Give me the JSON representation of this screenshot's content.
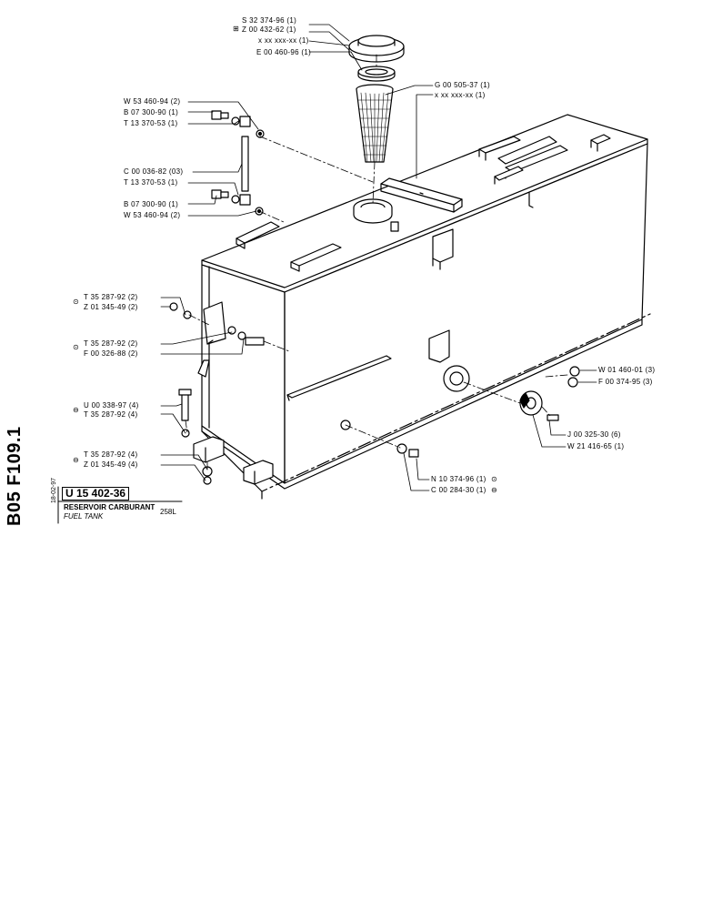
{
  "sheet": {
    "code": "B05 F109.1",
    "part_number": "U 15 402-36",
    "date": "18-02-97",
    "title_fr": "RESERVOIR CARBURANT",
    "title_en": "FUEL TANK",
    "capacity": "258L"
  },
  "symbols": {
    "boxed_plus": "⊞",
    "circle_dot": "⊙",
    "circle_minus": "⊖"
  },
  "callouts": {
    "filler_cap_1": "S 32 374-96 (1)",
    "filler_cap_2": "Z 00 432-62 (1)",
    "filler_cap_3": "x xx xxx-xx (1)",
    "filler_gasket": "E 00 460-96 (1)",
    "strainer_1": "G 00 505-37 (1)",
    "strainer_2": "x xx xxx-xx (1)",
    "vent_upper_washer": "W 53 460-94 (2)",
    "vent_upper_bolt": "B 07 300-90 (1)",
    "vent_upper_fitting": "T 13 370-53 (1)",
    "vent_pipe": "C 00 036-82 (03)",
    "vent_lower_fitting": "T 13 370-53 (1)",
    "vent_lower_bolt": "B 07 300-90 (1)",
    "vent_lower_washer": "W 53 460-94 (2)",
    "side_nut_a": "T 35 287-92 (2)",
    "side_washer_a": "Z 01 345-49 (2)",
    "side_nut_b": "T 35 287-92 (2)",
    "side_screw_b": "F 00 326-88 (2)",
    "mount_bolt": "U 00 338-97 (4)",
    "mount_nut": "T 35 287-92 (4)",
    "foot_nut": "T 35 287-92 (4)",
    "foot_washer": "Z 01 345-49 (4)",
    "right_washer": "W 01 460-01 (3)",
    "right_screw": "F 00 374-95 (3)",
    "sender_screw": "J 00 325-30 (6)",
    "sender_washer": "W 21 416-65 (1)",
    "drain_plug_1": "N 10 374-96 (1)",
    "drain_plug_2": "C 00 284-30 (1)"
  }
}
